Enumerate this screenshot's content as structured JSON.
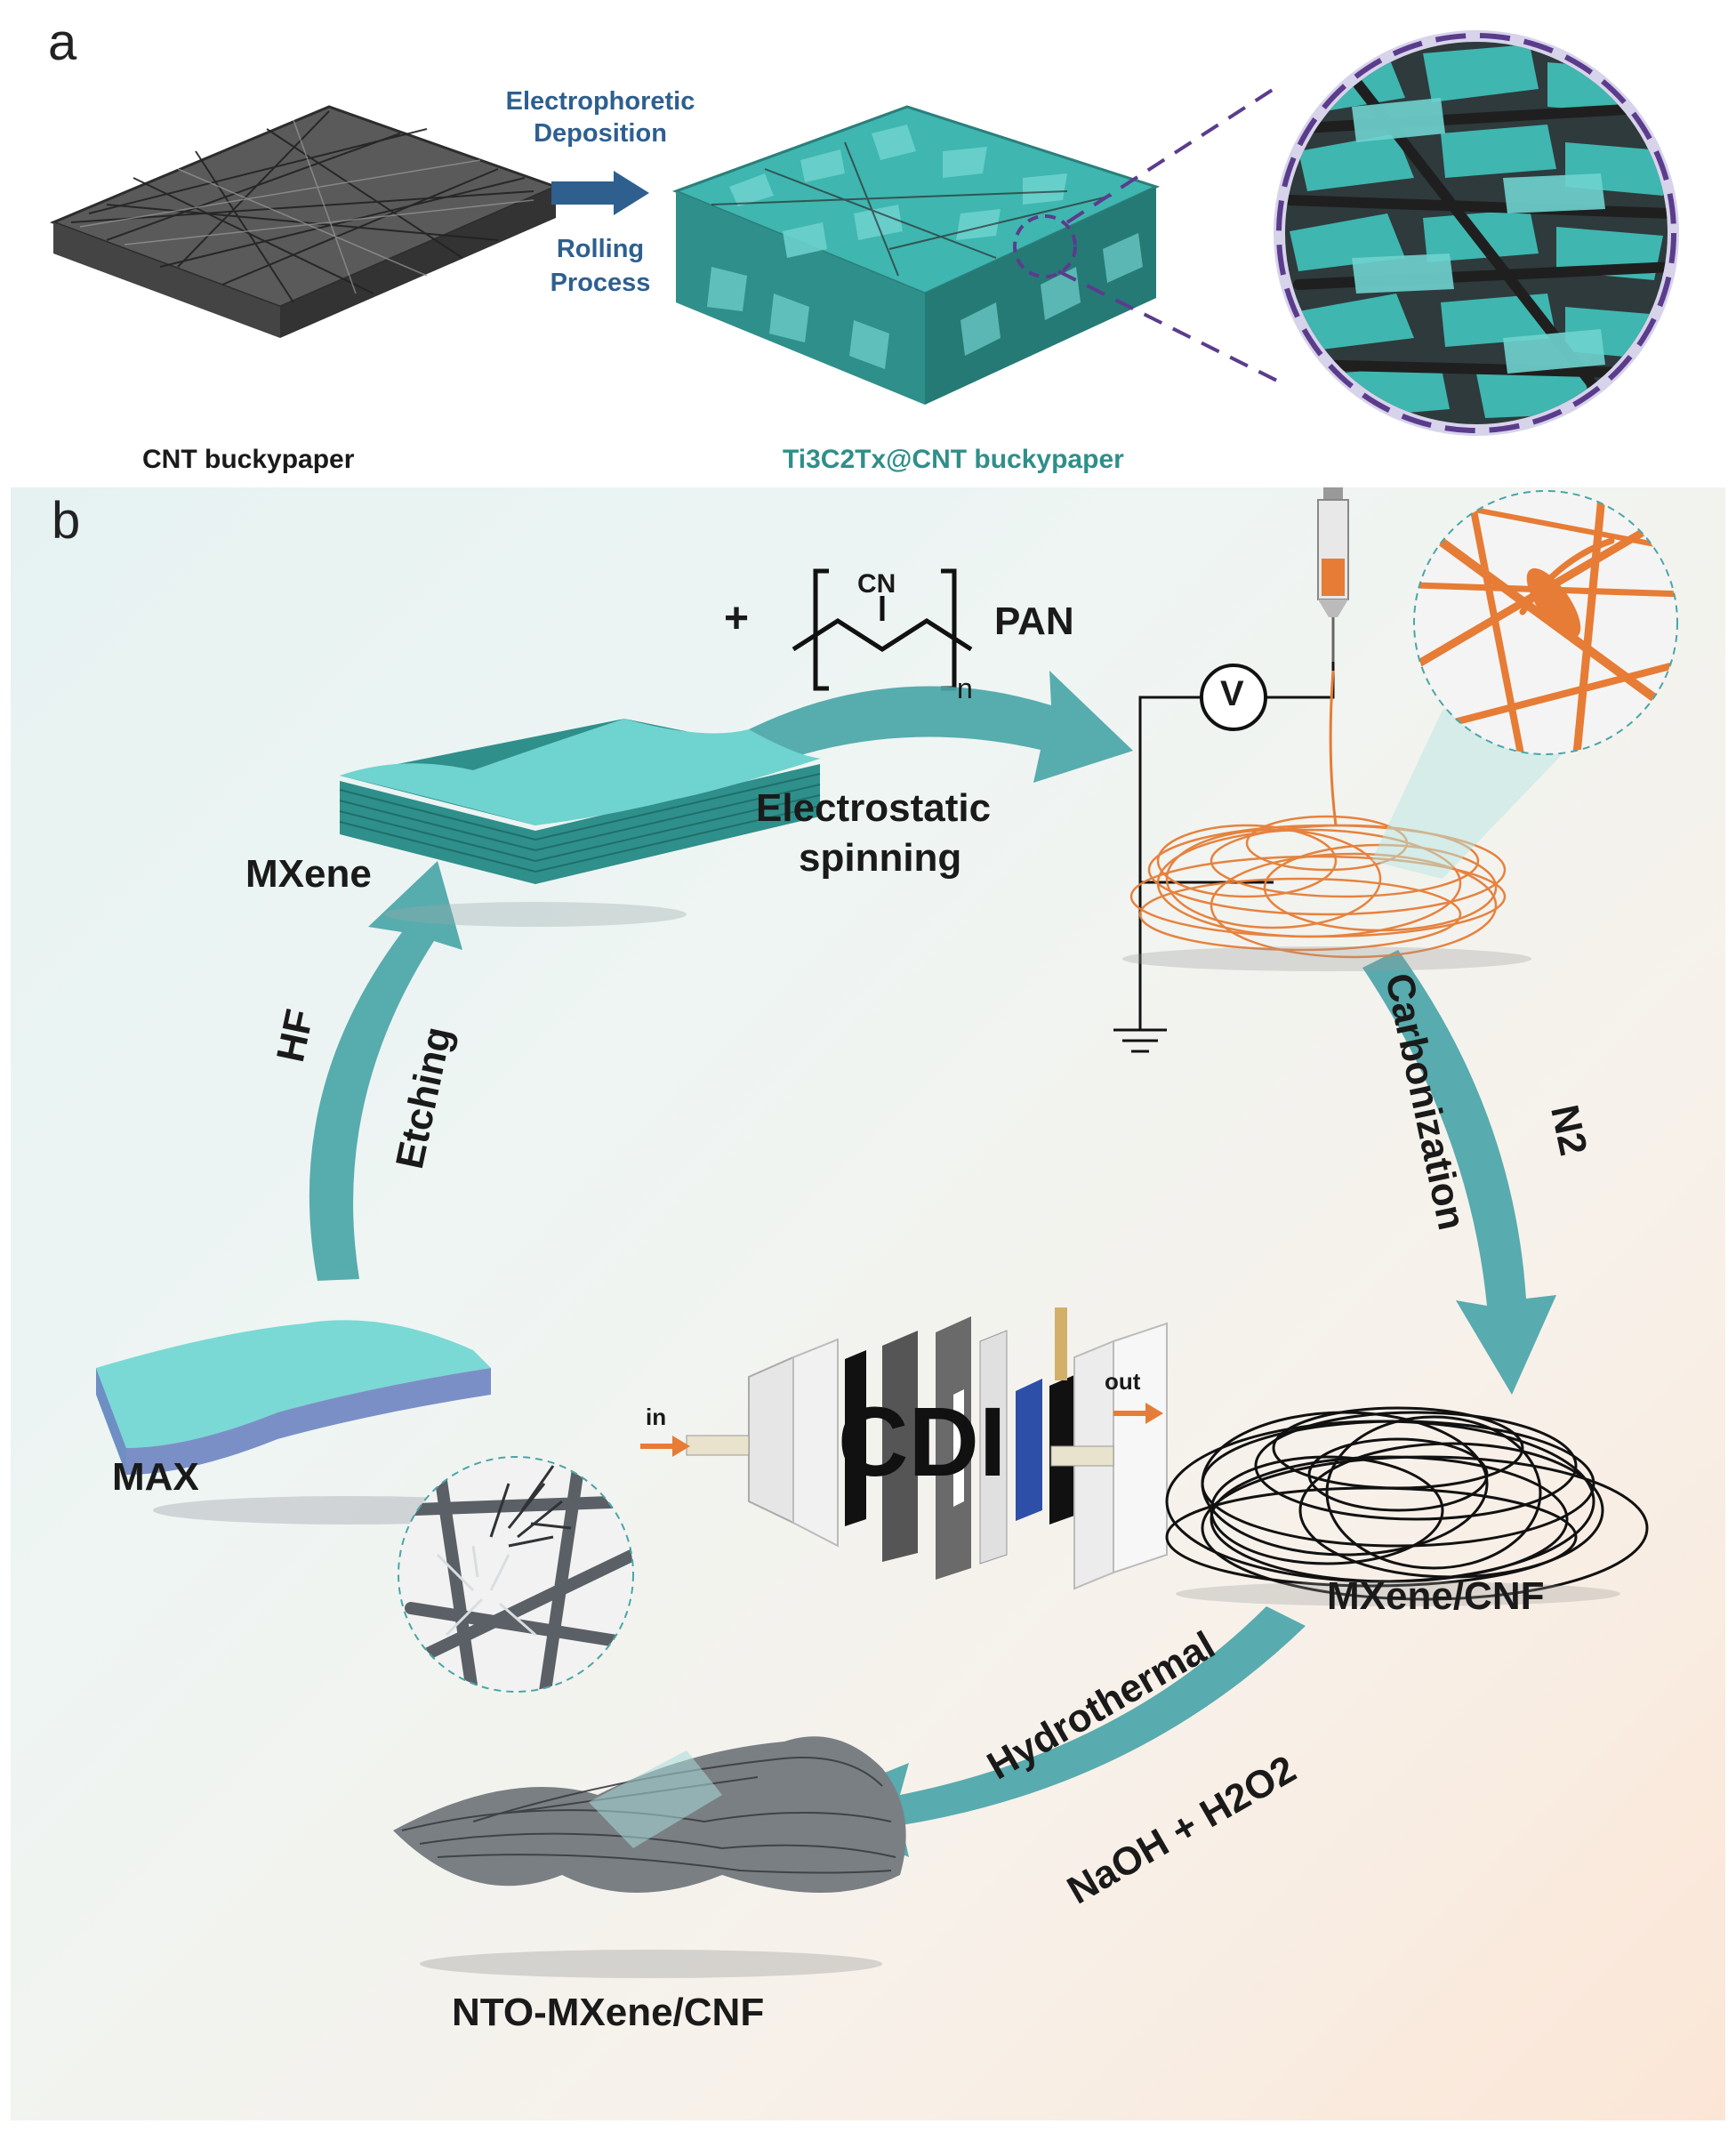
{
  "panel_a": {
    "letter": "a",
    "process_top": [
      "Electrophoretic",
      "Deposition"
    ],
    "process_bottom": [
      "Rolling",
      "Process"
    ],
    "left_caption": "CNT buckypaper",
    "right_caption": "Ti3C2Tx@CNT buckypaper",
    "colors": {
      "process_text": "#2e5f8f",
      "mxene": "#3fb6b0",
      "cnt": "#3b3b3b",
      "zoom_ring": "#5b3c8c"
    }
  },
  "panel_b": {
    "letter": "b",
    "plus": "+",
    "cn_group": "CN",
    "subscript_n": "n",
    "pan_label": "PAN",
    "mxene_label": "MXene",
    "electro_label": [
      "Electrostatic",
      "spinning"
    ],
    "voltage_symbol": "V",
    "hf_label": "HF",
    "etching_label": "Etching",
    "carbonization_label": "Carbonization",
    "n2_label": "N2",
    "max_label": "MAX",
    "cdi_label": "CDI",
    "in_label": "in",
    "out_label": "out",
    "mxene_cnf_label": "MXene/CNF",
    "hydrothermal_label": "Hydrothermal",
    "naoh_label": "NaOH + H2O2",
    "nto_label": "NTO-MXene/CNF",
    "colors": {
      "arrow": "#4aa5a8",
      "fiber_orange": "#e67c35",
      "mxene": "#6fd3cf",
      "fiber_black": "#111111"
    }
  }
}
